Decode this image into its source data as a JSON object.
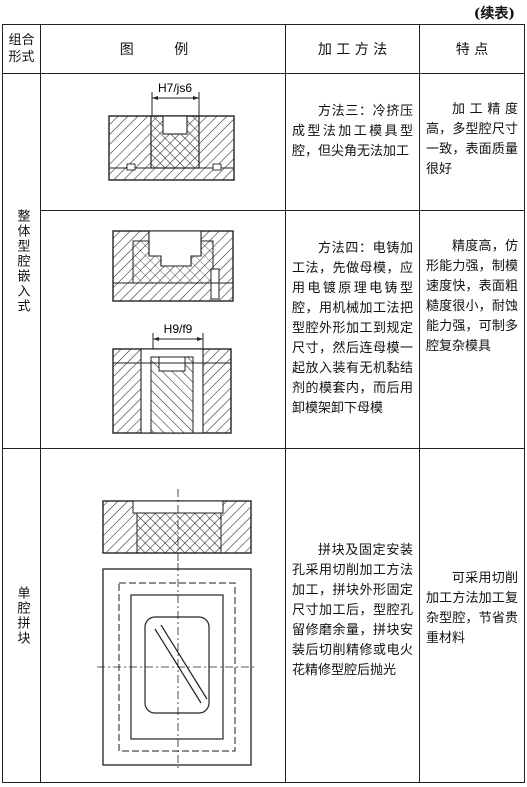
{
  "continued": "(续表)",
  "headers": {
    "form": "组合形式",
    "figure": "图 例",
    "method": "加 工 方 法",
    "feature": "特 点"
  },
  "groups": {
    "integral": "整体型腔嵌入式",
    "single": "单腔拼块"
  },
  "rows": [
    {
      "fit_label": "H7/js6",
      "method": "方法三：冷挤压成型法加工模具型腔，但尖角无法加工",
      "feature": "加工精度高，多型腔尺寸一致，表面质量很好"
    },
    {
      "fit_label": "H9/f9",
      "method": "方法四：电铸加工法，先做母模，应用电镀原理电铸型腔，用机械加工法把型腔外形加工到规定尺寸，然后连母模一起放入装有无机黏结剂的模套内，而后用卸模架卸下母模",
      "feature": "精度高，仿形能力强，制模速度快，表面粗糙度很小，耐蚀能力强，可制多腔复杂模具"
    },
    {
      "method": "拼块及固定安装孔采用切削加工方法加工，拼块外形固定尺寸加工后，型腔孔留修磨余量，拼块安装后切削精修或电火花精修型腔后抛光",
      "feature": "可采用切削加工方法加工复杂型腔，节省贵重材料"
    }
  ]
}
